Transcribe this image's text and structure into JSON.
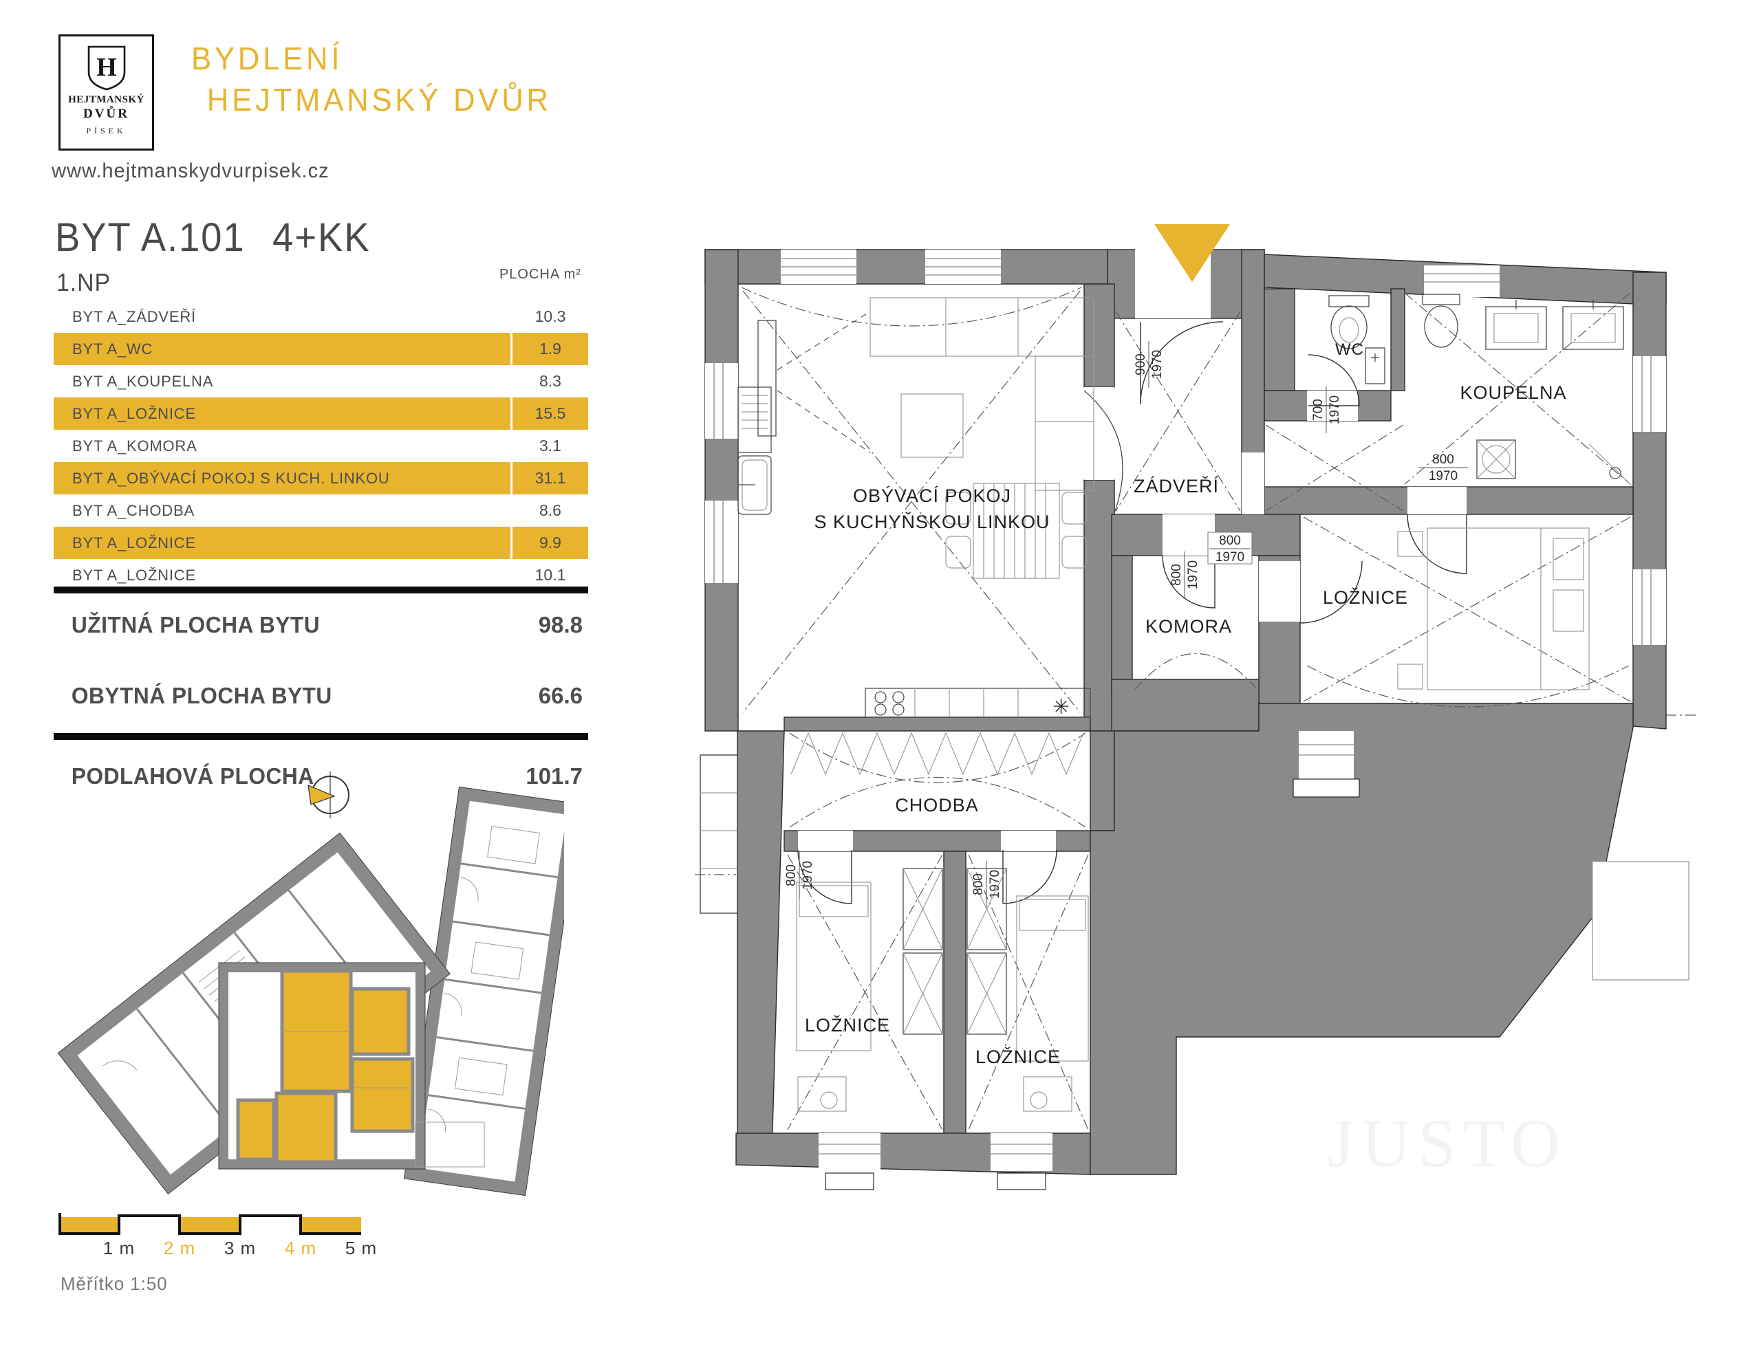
{
  "brand": {
    "logo_monogram": "H",
    "logo_name_line1": "HEJTMANSKÝ",
    "logo_name_line2": "DVŮR",
    "logo_city": "PÍSEK",
    "title_line1": "BYDLENÍ",
    "title_line2": "HEJTMANSKÝ DVŮR",
    "website": "www.hejtmanskydvurpisek.cz"
  },
  "unit": {
    "name": "BYT A.101",
    "disposition": "4+KK",
    "floor": "1.NP",
    "area_header": "PLOCHA m²"
  },
  "area_table": {
    "rows": [
      {
        "label": "BYT A_ZÁDVEŘÍ",
        "value": "10.3",
        "highlight": false
      },
      {
        "label": "BYT A_WC",
        "value": "1.9",
        "highlight": true
      },
      {
        "label": "BYT A_KOUPELNA",
        "value": "8.3",
        "highlight": false
      },
      {
        "label": "BYT A_LOŽNICE",
        "value": "15.5",
        "highlight": true
      },
      {
        "label": "BYT A_KOMORA",
        "value": "3.1",
        "highlight": false
      },
      {
        "label": "BYT A_OBÝVACÍ POKOJ S KUCH. LINKOU",
        "value": "31.1",
        "highlight": true
      },
      {
        "label": "BYT A_CHODBA",
        "value": "8.6",
        "highlight": false
      },
      {
        "label": "BYT A_LOŽNICE",
        "value": "9.9",
        "highlight": true
      },
      {
        "label": "BYT A_LOŽNICE",
        "value": "10.1",
        "highlight": false
      }
    ]
  },
  "totals": {
    "usable": {
      "label": "UŽITNÁ PLOCHA BYTU",
      "value": "98.8"
    },
    "living": {
      "label": "OBYTNÁ PLOCHA BYTU",
      "value": "66.6"
    },
    "floor_area": {
      "label": "PODLAHOVÁ PLOCHA",
      "value": "101.7"
    }
  },
  "floor_plan": {
    "rooms": {
      "living_line1": "OBÝVACÍ POKOJ",
      "living_line2": "S KUCHYŇSKOU LINKOU",
      "zadveri": "ZÁDVEŘÍ",
      "wc": "WC",
      "koupelna": "KOUPELNA",
      "komora": "KOMORA",
      "loznice_right": "LOŽNICE",
      "chodba": "CHODBA",
      "loznice_bottom_left": "LOŽNICE",
      "loznice_bottom_right": "LOŽNICE"
    },
    "door_labels": {
      "entrance_w": "900",
      "entrance_h": "1970",
      "wc_w": "700",
      "wc_h": "1970",
      "koupelna_w": "800",
      "koupelna_h": "1970",
      "komora_w": "800",
      "komora_h": "1970",
      "loznice_right_w": "800",
      "loznice_right_h": "1970",
      "loznice_bl_w": "800",
      "loznice_bl_h": "1970",
      "loznice_br_w": "800",
      "loznice_br_h": "1970"
    },
    "watermark": "JUSTO"
  },
  "scale_bar": {
    "labels": [
      "1 m",
      "2 m",
      "3 m",
      "4 m",
      "5 m"
    ],
    "caption": "Měřítko 1:50"
  },
  "colors": {
    "accent": "#E8B42E",
    "wall_gray": "#8A8A8A",
    "text_dark": "#4C4C4C"
  }
}
